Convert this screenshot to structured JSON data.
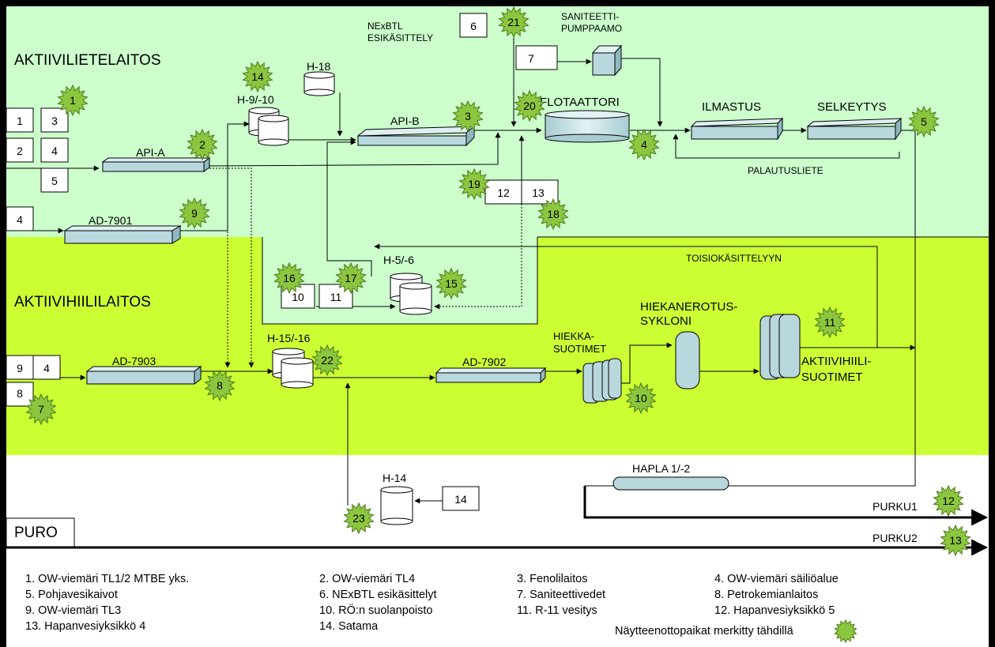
{
  "zones": {
    "top": "AKTIIVILIETELAITOS",
    "middle": "AKTIIVIHIILILAITOS",
    "bottom": "PURO"
  },
  "colors": {
    "top_zone": "#ccffcc",
    "middle_zone": "#ccff33",
    "star": "#8cc63f",
    "tank": "#c6e2e6",
    "frame": "#000000"
  },
  "units": {
    "api_a": "API-A",
    "api_b": "API-B",
    "ad7901": "AD-7901",
    "ad7903": "AD-7903",
    "ad7902": "AD-7902",
    "h18": "H-18",
    "h910": "H-9/-10",
    "h56": "H-5/-6",
    "h1516": "H-15/-16",
    "h14": "H-14",
    "flotaattori": "FLOTAATTORI",
    "ilmastus": "ILMASTUS",
    "selkeytys": "SELKEYTYS",
    "palautusliete": "PALAUTUSLIETE",
    "toisiokasittely": "TOISIOKÄSITTELYYN",
    "nexbtl_1": "NExBTL",
    "nexbtl_2": "ESIKÄSITTELY",
    "saniteetti_1": "SANITEETTI-",
    "saniteetti_2": "PUMPPAAMO",
    "hiekka_1": "HIEKKA-",
    "hiekka_2": "SUOTIMET",
    "hiekanerotus_1": "HIEKANEROTUS-",
    "hiekanerotus_2": "SYKLONI",
    "aktiivihiili_1": "AKTIIVIHIILI-",
    "aktiivihiili_2": "SUOTIMET",
    "hapla": "HAPLA 1/-2",
    "purku1": "PURKU1",
    "purku2": "PURKU2"
  },
  "inflow_boxes": {
    "b1": "1",
    "b3": "3",
    "b2": "2",
    "b4a": "4",
    "b5": "5",
    "b4b": "4",
    "b6": "6",
    "b7": "7",
    "b12": "12",
    "b13": "13",
    "b10": "10",
    "b11": "11",
    "b9": "9",
    "b4c": "4",
    "b8": "8",
    "b14": "14"
  },
  "stars": [
    "1",
    "2",
    "3",
    "4",
    "5",
    "7",
    "8",
    "9",
    "10",
    "11",
    "12",
    "13",
    "14",
    "15",
    "16",
    "17",
    "18",
    "19",
    "20",
    "21",
    "22",
    "23"
  ],
  "legend": [
    [
      "1. OW-viemäri TL1/2 MTBE yks.",
      "2. OW-viemäri TL4",
      "3. Fenolilaitos",
      "4. OW-viemäri säiliöalue"
    ],
    [
      "5. Pohjavesikaivot",
      "6. NExBTL esikäsittelyt",
      "7. Saniteettivedet",
      "8. Petrokemianlaitos"
    ],
    [
      "9. OW-viemäri TL3",
      "10. RÖ:n suolanpoisto",
      "11. R-11 vesitys",
      "12. Hapanvesiyksikkö 5"
    ],
    [
      "13. Hapanvesiyksikkö 4",
      "14. Satama"
    ]
  ],
  "legend_note": "Näytteenottopaikat merkitty tähdillä"
}
